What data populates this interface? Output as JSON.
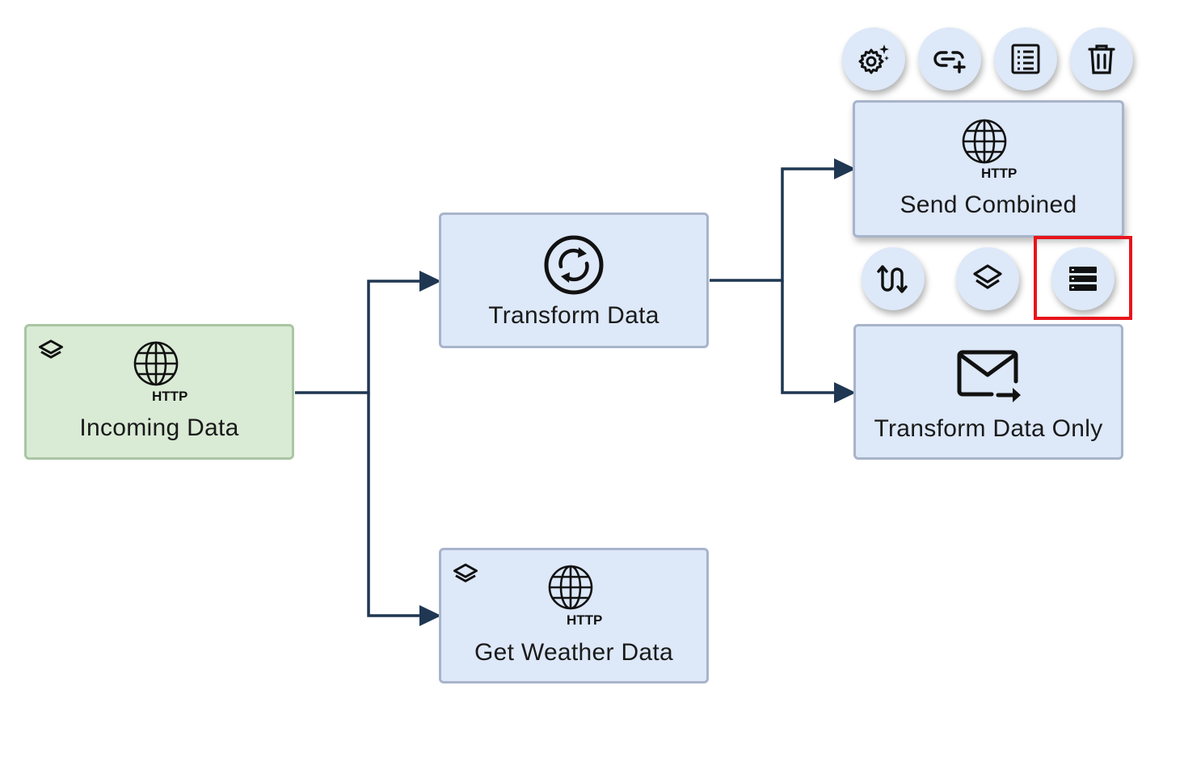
{
  "flow": {
    "nodes": {
      "incoming": {
        "label": "Incoming Data",
        "badge": "HTTP",
        "icon": "globe-icon",
        "has_layer_badge": true
      },
      "transform": {
        "label": "Transform Data",
        "icon": "sync-icon"
      },
      "weather": {
        "label": "Get Weather Data",
        "badge": "HTTP",
        "icon": "globe-icon",
        "has_layer_badge": true
      },
      "send_combined": {
        "label": "Send Combined",
        "badge": "HTTP",
        "icon": "globe-icon"
      },
      "transform_only": {
        "label": "Transform Data Only",
        "icon": "mail-forward-icon"
      }
    },
    "node_toolbar": [
      "settings-sparkle-icon",
      "link-add-icon",
      "list-details-icon",
      "trash-icon"
    ],
    "edge_toolbar": [
      "swap-icon",
      "layers-icon",
      "server-list-icon"
    ],
    "colors": {
      "node_fill": "#dde8f8",
      "node_border": "#a8b4cb",
      "start_fill": "#d9ead5",
      "start_border": "#a9c6a2",
      "edge": "#1f3752",
      "highlight": "#e8141c"
    }
  }
}
